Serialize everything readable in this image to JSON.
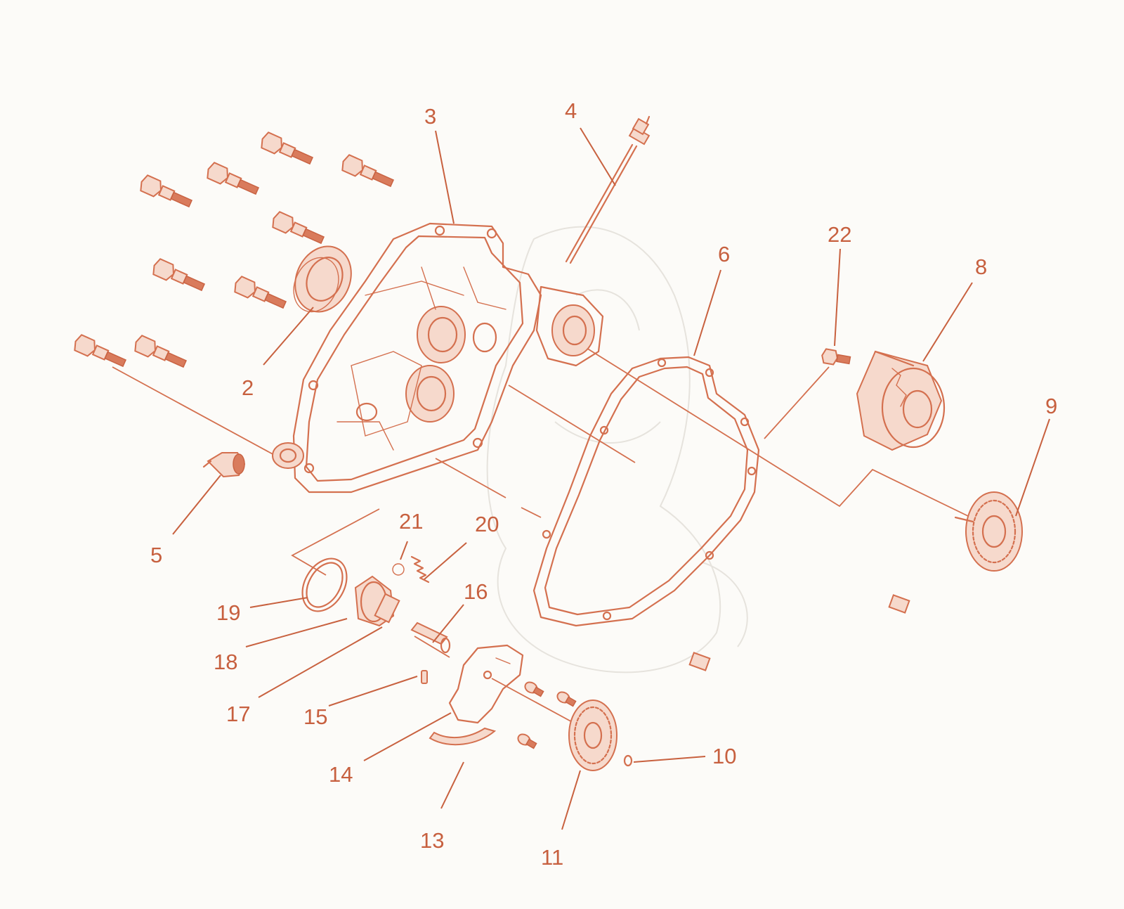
{
  "colors": {
    "line": "#d4704f",
    "label": "#c7603f",
    "background": "#fcfbf8"
  },
  "callouts": [
    {
      "id": "2",
      "text": "2"
    },
    {
      "id": "3",
      "text": "3"
    },
    {
      "id": "4",
      "text": "4"
    },
    {
      "id": "5",
      "text": "5"
    },
    {
      "id": "6",
      "text": "6"
    },
    {
      "id": "8",
      "text": "8"
    },
    {
      "id": "9",
      "text": "9"
    },
    {
      "id": "10",
      "text": "10"
    },
    {
      "id": "11",
      "text": "11"
    },
    {
      "id": "13",
      "text": "13"
    },
    {
      "id": "14",
      "text": "14"
    },
    {
      "id": "15",
      "text": "15"
    },
    {
      "id": "16",
      "text": "16"
    },
    {
      "id": "17",
      "text": "17"
    },
    {
      "id": "18",
      "text": "18"
    },
    {
      "id": "19",
      "text": "19"
    },
    {
      "id": "20",
      "text": "20"
    },
    {
      "id": "21",
      "text": "21"
    },
    {
      "id": "22",
      "text": "22"
    }
  ]
}
